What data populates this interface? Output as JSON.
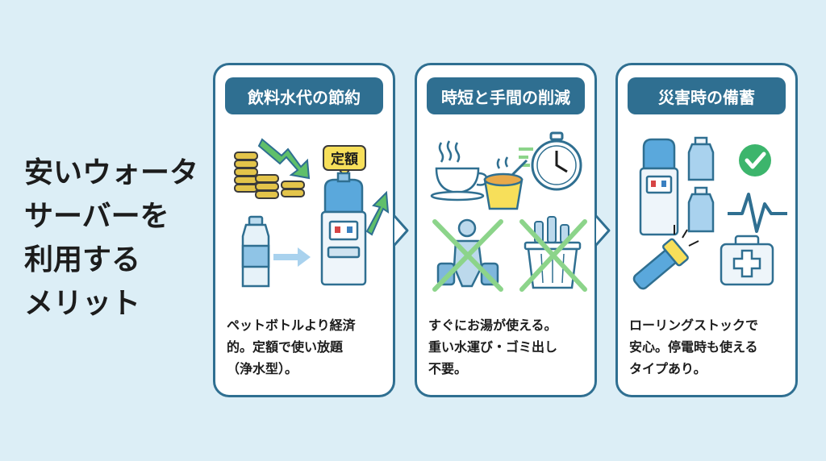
{
  "title_lines": [
    "安いウォータ",
    "サーバーを",
    "利用する",
    "メリット"
  ],
  "cards": [
    {
      "header": "飲料水代の節約",
      "badge": "定額",
      "text_lines": [
        "ペットボトルより経済",
        "的。定額で使い放題",
        "（浄水型）。"
      ]
    },
    {
      "header": "時短と手間の削減",
      "text_lines": [
        "すぐにお湯が使える。",
        "重い水運び・ゴミ出し",
        "不要。"
      ]
    },
    {
      "header": "災害時の備蓄",
      "text_lines": [
        "ローリングストックで",
        "安心。停電時も使える",
        "タイプあり。"
      ]
    }
  ],
  "colors": {
    "background": "#dceef6",
    "accent": "#2f6f91",
    "check_green": "#3cb56c",
    "cross_green": "#8cd48a",
    "coin_gold": "#e3c44a"
  },
  "icons": {
    "card1": [
      "coins-icon",
      "down-arrow-icon",
      "water-bottle-icon",
      "water-server-icon",
      "up-arrow-icon"
    ],
    "card2": [
      "coffee-cup-icon",
      "stopwatch-icon",
      "cup-noodle-icon",
      "heavy-carry-crossed-icon",
      "trash-bin-crossed-icon"
    ],
    "card3": [
      "water-server-icon",
      "water-jug-icon",
      "check-icon",
      "pulse-icon",
      "flashlight-icon",
      "first-aid-kit-icon"
    ]
  }
}
